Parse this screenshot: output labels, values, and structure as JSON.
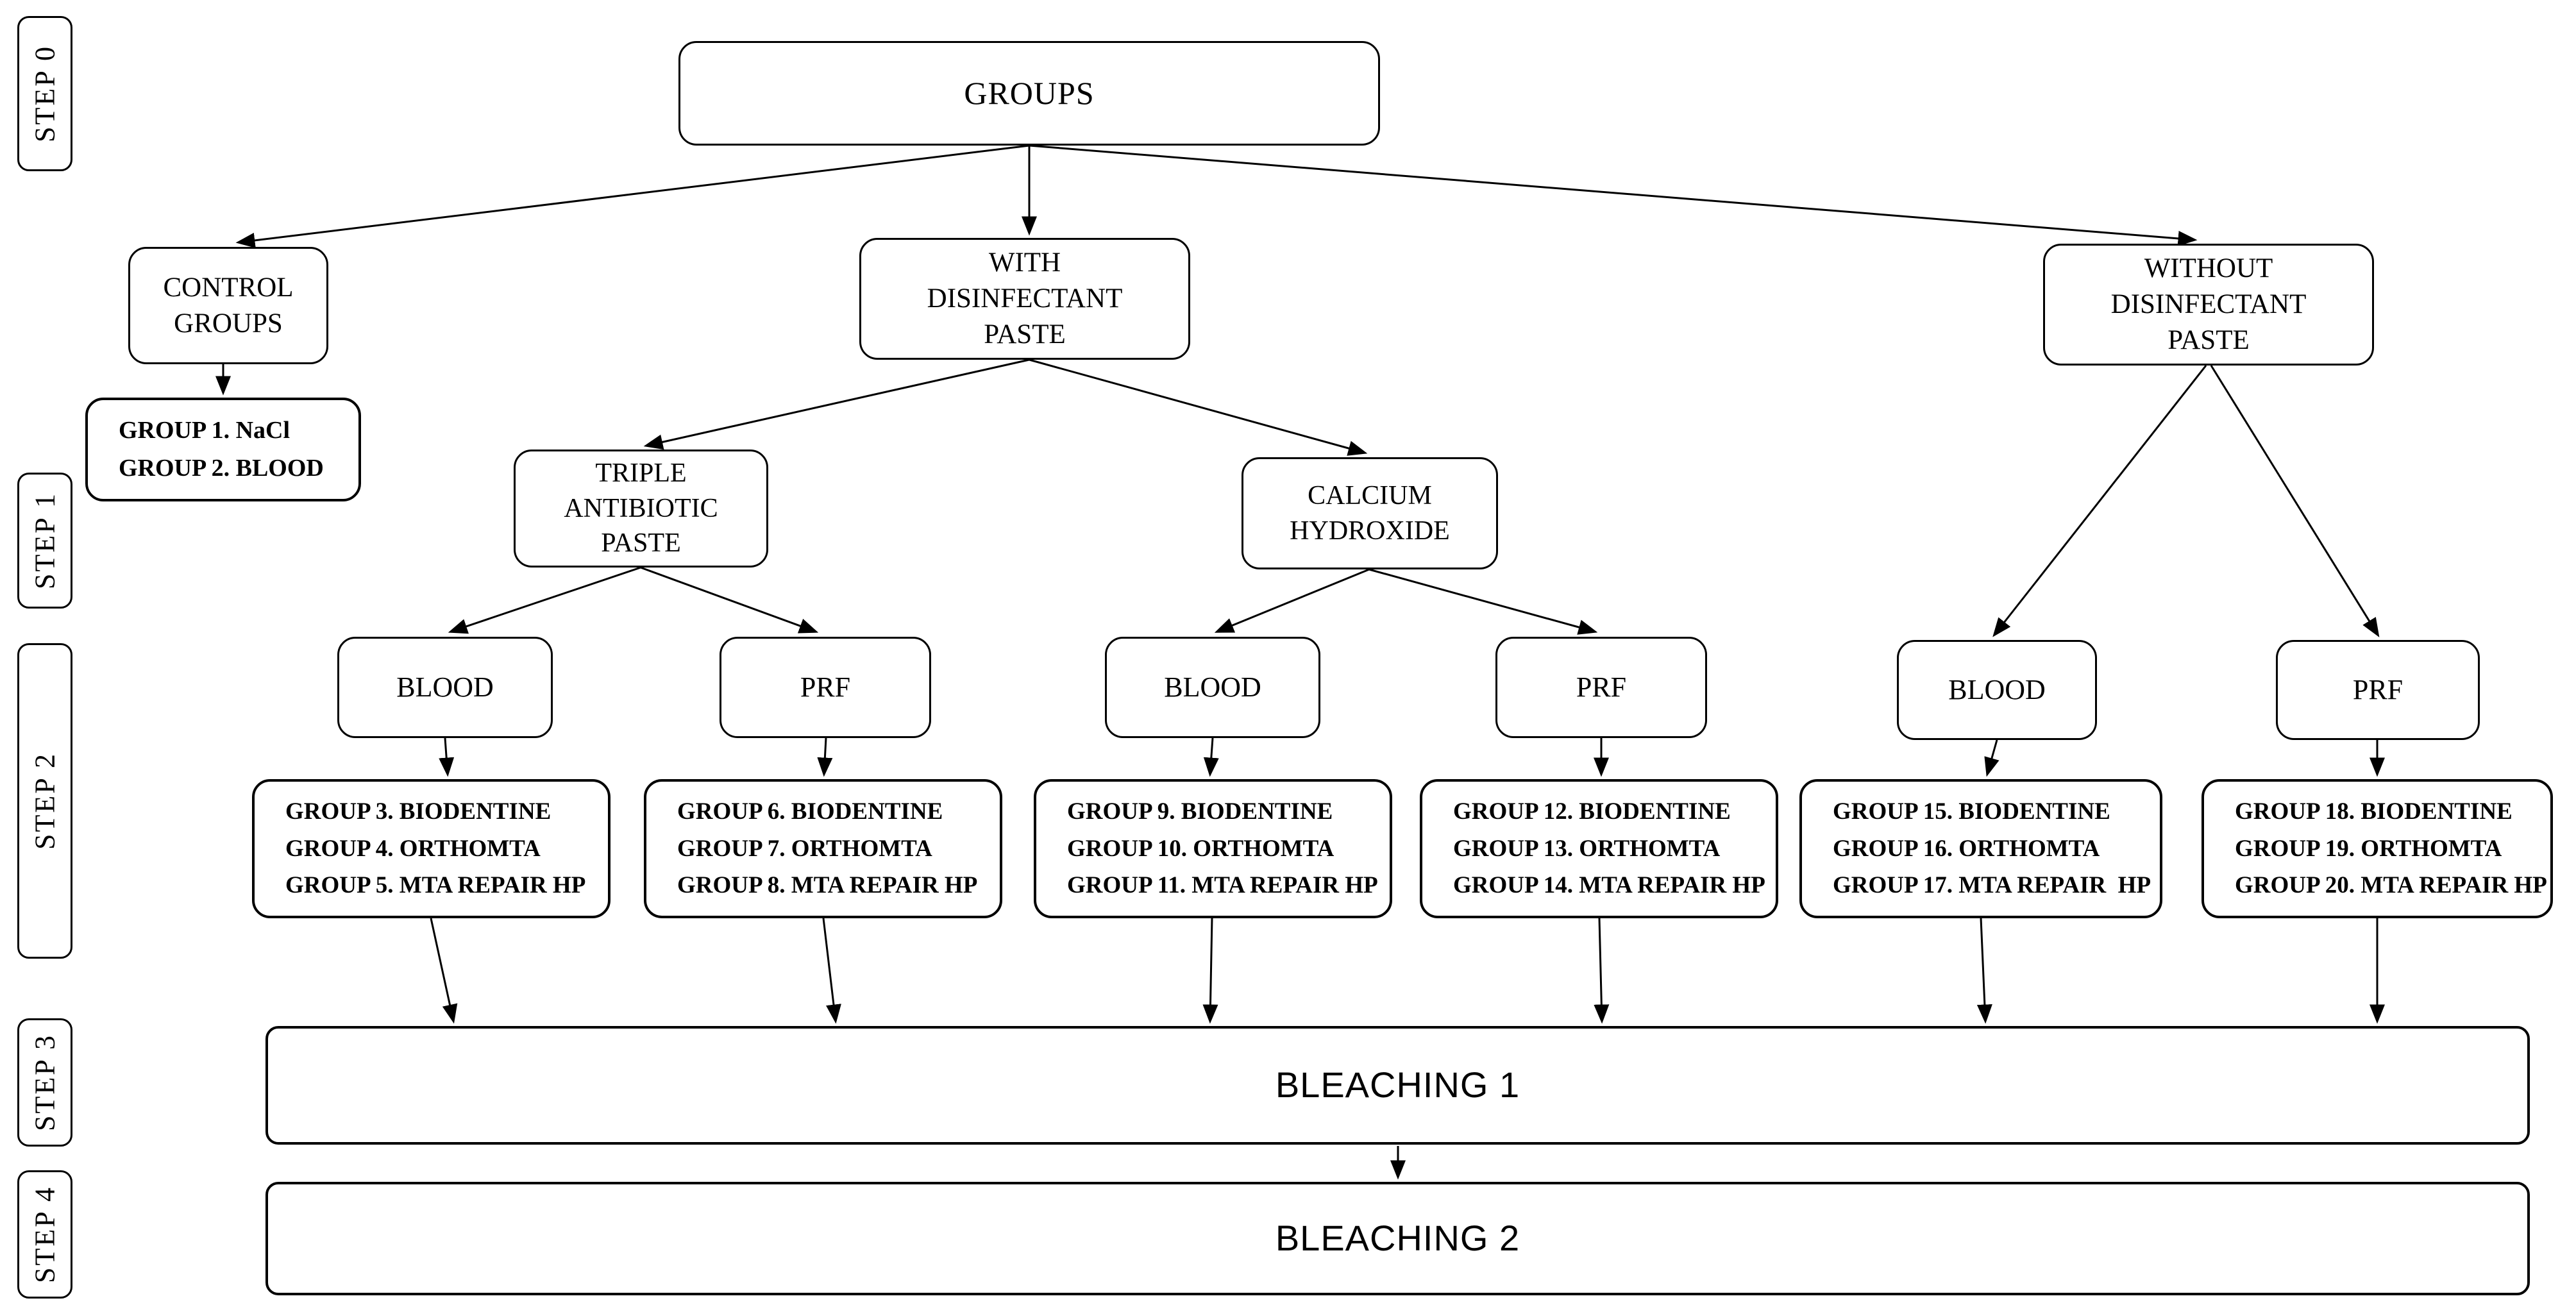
{
  "diagram": {
    "steps": [
      "STEP 0",
      "STEP 1",
      "STEP 2",
      "STEP 3",
      "STEP 4"
    ],
    "nodes": {
      "groups": "GROUPS",
      "control": "CONTROL\nGROUPS",
      "with_paste": "WITH\nDISINFECTANT\nPASTE",
      "without_paste": "WITHOUT\nDISINFECTANT\nPASTE",
      "control_list": "GROUP 1. NaCl\nGROUP 2. BLOOD",
      "triple_antibiotic": "TRIPLE\nANTIBIOTIC\nPASTE",
      "calcium_hydroxide": "CALCIUM\nHYDROXIDE",
      "blood1": "BLOOD",
      "prf1": "PRF",
      "blood2": "BLOOD",
      "prf2": "PRF",
      "blood3": "BLOOD",
      "prf3": "PRF",
      "list1": "GROUP 3. BIODENTINE\nGROUP 4. ORTHOMTA\nGROUP 5. MTA REPAIR HP",
      "list2": "GROUP 6. BIODENTINE\nGROUP 7. ORTHOMTA\nGROUP 8. MTA REPAIR HP",
      "list3": "GROUP 9. BIODENTINE\nGROUP 10. ORTHOMTA\nGROUP 11. MTA REPAIR HP",
      "list4": "GROUP 12. BIODENTINE\nGROUP 13. ORTHOMTA\nGROUP 14. MTA REPAIR HP",
      "list5": "GROUP 15. BIODENTINE\nGROUP 16. ORTHOMTA\nGROUP 17. MTA REPAIR  HP",
      "list6": "GROUP 18. BIODENTINE\nGROUP 19. ORTHOMTA\nGROUP 20. MTA REPAIR HP",
      "bleaching1": "BLEACHING 1",
      "bleaching2": "BLEACHING 2"
    },
    "colors": {
      "ink": "#000000",
      "background": "#ffffff"
    }
  }
}
